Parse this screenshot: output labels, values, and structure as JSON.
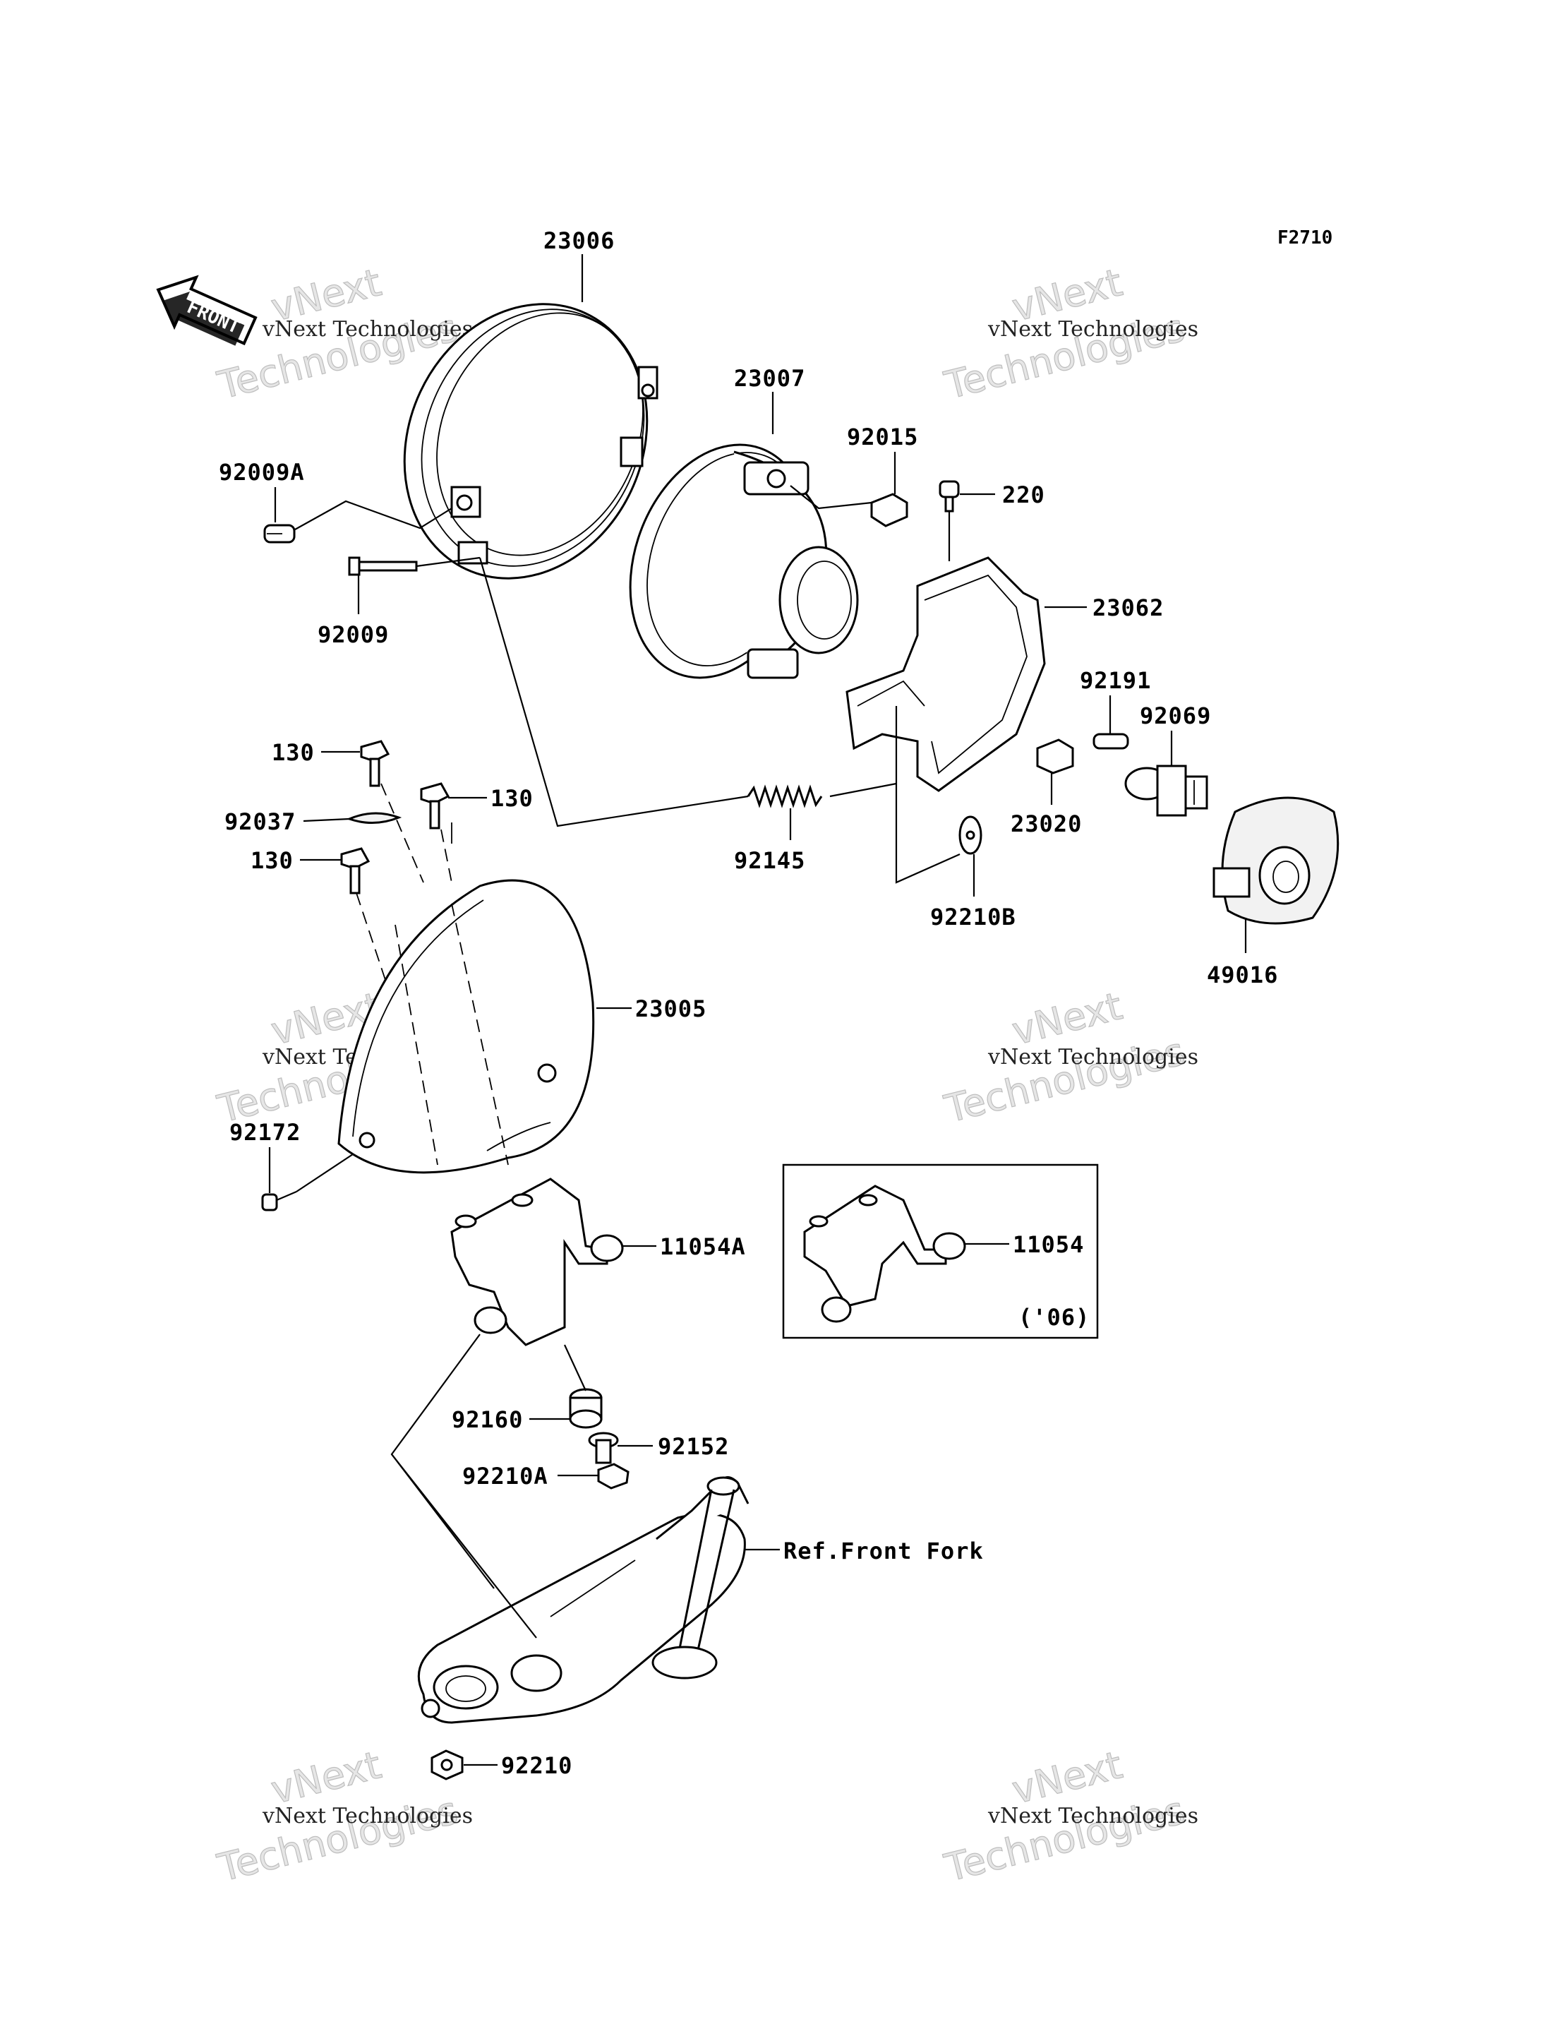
{
  "figure": {
    "code": "F2710",
    "front_arrow_label": "FRONT"
  },
  "labels": {
    "p23006": "23006",
    "p23007": "23007",
    "p92015": "92015",
    "p220": "220",
    "p23062": "23062",
    "p92009A": "92009A",
    "p92009": "92009",
    "p92191": "92191",
    "p92069": "92069",
    "p130a": "130",
    "p130b": "130",
    "p130c": "130",
    "p92037": "92037",
    "p92145": "92145",
    "p23020": "23020",
    "p92210B": "92210B",
    "p49016": "49016",
    "p23005": "23005",
    "p92172": "92172",
    "p11054A": "11054A",
    "p11054": "11054",
    "variant_year": "('06)",
    "p92160": "92160",
    "p92152": "92152",
    "p92210A": "92210A",
    "ref_front_fork": "Ref.Front Fork",
    "p92210": "92210"
  },
  "watermark": {
    "line1": "vNext Technologies",
    "line2a": "vNext",
    "line2b": "Technologies"
  }
}
